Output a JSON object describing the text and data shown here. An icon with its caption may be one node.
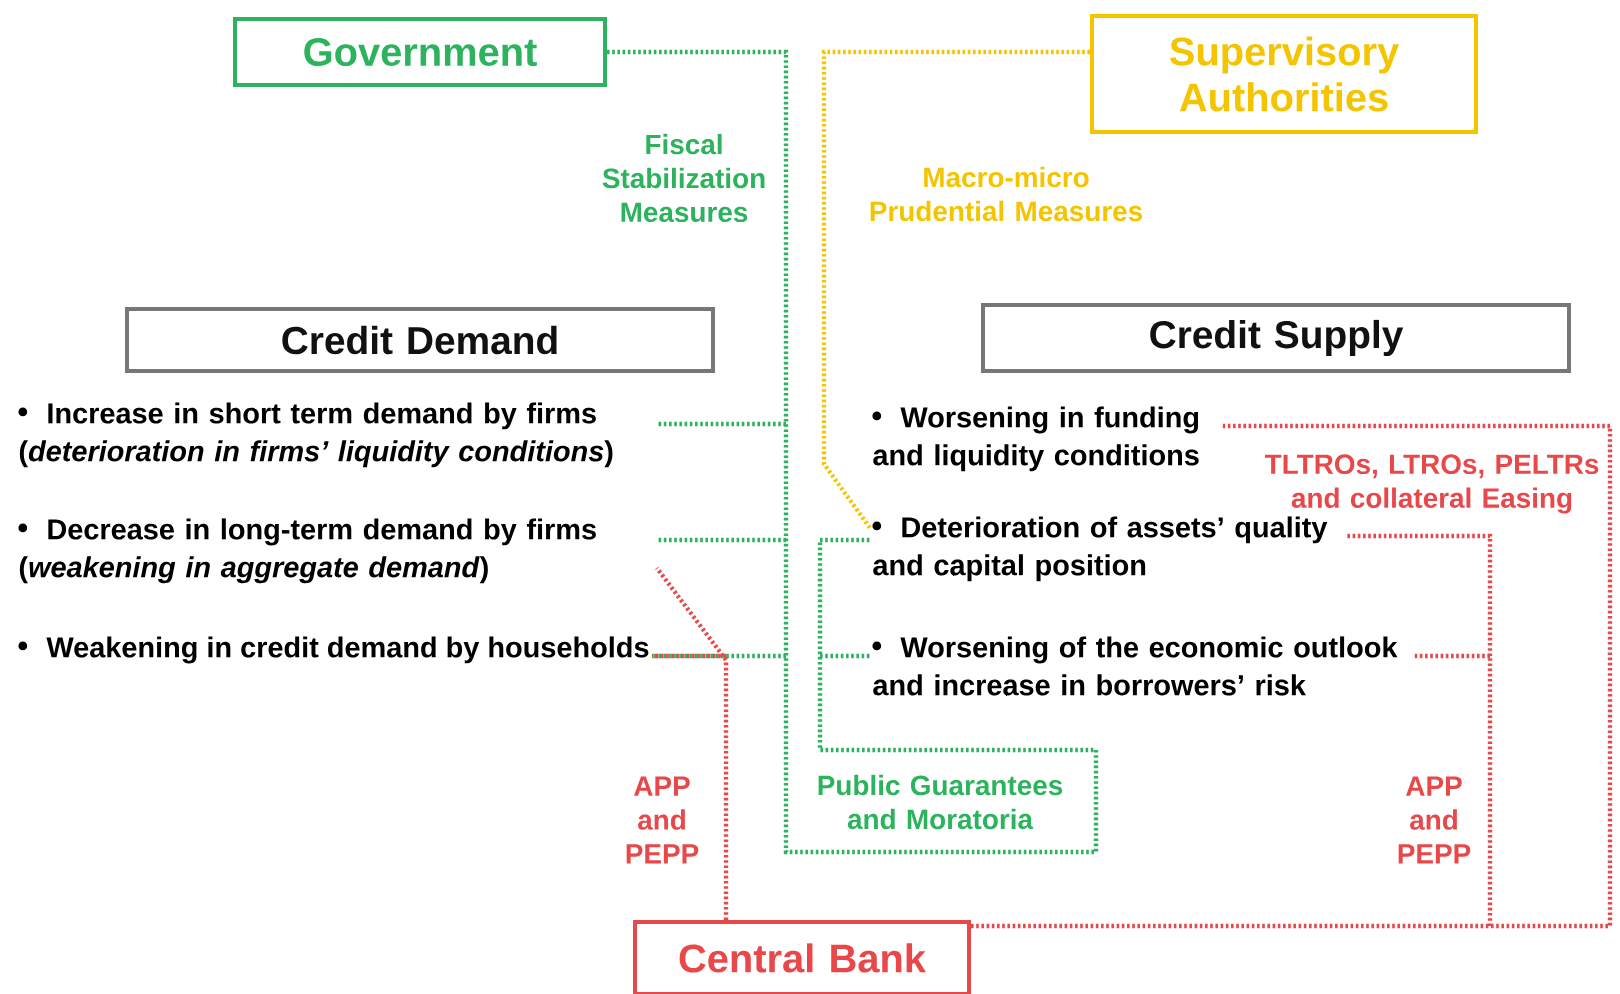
{
  "diagram": {
    "nodes": [
      {
        "text": [
          "Government"
        ]
      },
      {
        "text": [
          "Supervisory Authorities"
        ]
      },
      {
        "text": [
          "Credit Demand"
        ]
      },
      {
        "text": [
          "Increase in short term demand by firms (*deterioration in firms’ liquidity conditions*)"
        ]
      },
      {
        "text": [
          "Decrease in long-term demand by firms (*weakening in aggregate demand*)"
        ]
      },
      {
        "text": [
          "Weakening in credit demand by households"
        ]
      },
      {
        "text": [
          "Credit Supply"
        ]
      },
      {
        "text": [
          "Worsening in funding and liquidity conditions"
        ]
      },
      {
        "text": [
          "Deterioration of assets’ quality and capital position"
        ]
      },
      {
        "text": [
          "Worsening of the economic outlook and increase in borrowers’ risk"
        ]
      },
      {
        "text": [
          "Central Bank"
        ]
      }
    ],
    "edges": [
      {
        "from": 0,
        "to": 3,
        "arrow": "none",
        "style": "dashed",
        "color": "#2db35d",
        "label": "Fiscal Stabilization Measures"
      },
      {
        "from": 0,
        "to": 4,
        "arrow": "none",
        "style": "dashed",
        "color": "#2db35d"
      },
      {
        "from": 0,
        "to": 5,
        "arrow": "none",
        "style": "dashed",
        "color": "#2db35d"
      },
      {
        "from": 0,
        "to": 8,
        "arrow": "none",
        "style": "dashed",
        "color": "#2db35d",
        "label": "Public Guarantees and Moratoria"
      },
      {
        "from": 0,
        "to": 9,
        "arrow": "none",
        "style": "dashed",
        "color": "#2db35d"
      },
      {
        "from": 1,
        "to": 8,
        "arrow": "none",
        "style": "dashed",
        "color": "#f5c400",
        "label": "Macro-micro Prudential Measures"
      },
      {
        "from": 10,
        "to": 4,
        "arrow": "none",
        "style": "dashed",
        "color": "#e8484a",
        "label": "APP and PEPP"
      },
      {
        "from": 10,
        "to": 5,
        "arrow": "none",
        "style": "dashed",
        "color": "#e8484a"
      },
      {
        "from": 10,
        "to": 7,
        "arrow": "none",
        "style": "dashed",
        "color": "#e8484a",
        "label": "TLTROs, LTROs, PELTRs and collateral Easing"
      },
      {
        "from": 10,
        "to": 8,
        "arrow": "none",
        "style": "dashed",
        "color": "#e8484a",
        "label": "APP and PEPP"
      },
      {
        "from": 10,
        "to": 9,
        "arrow": "none",
        "style": "dashed",
        "color": "#e8484a"
      }
    ]
  }
}
